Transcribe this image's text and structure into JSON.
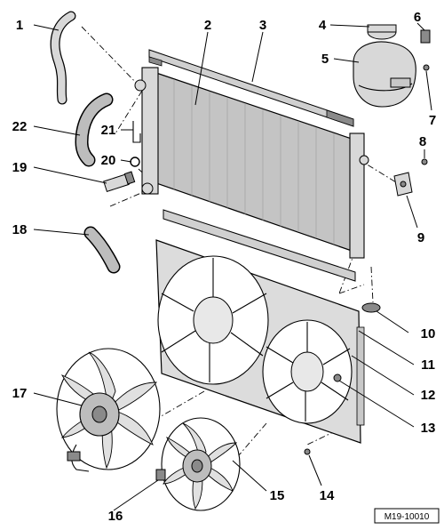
{
  "figure": {
    "reference_code": "M19-10010",
    "callouts": [
      "1",
      "2",
      "3",
      "4",
      "5",
      "6",
      "7",
      "8",
      "9",
      "10",
      "11",
      "12",
      "13",
      "14",
      "15",
      "16",
      "17",
      "18",
      "19",
      "20",
      "21",
      "22"
    ]
  },
  "colors": {
    "ink": "#000000",
    "part_fill": "#d8d8d8",
    "part_dark": "#8a8a8a",
    "core_fill": "#c4c4c4",
    "background": "#ffffff"
  }
}
